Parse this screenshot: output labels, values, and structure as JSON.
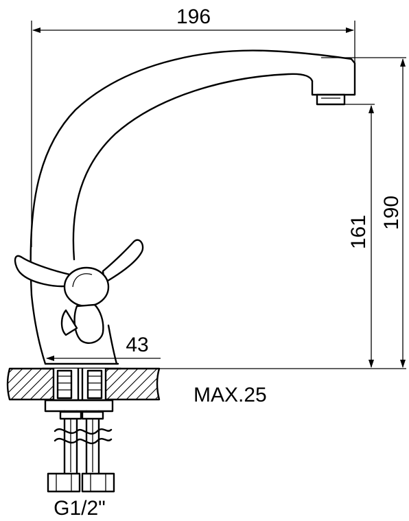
{
  "dimensions": {
    "total_width": "196",
    "total_height": "190",
    "spout_height": "161",
    "base_width": "43"
  },
  "labels": {
    "max_thickness": "MAX.25",
    "thread": "G1/2\""
  }
}
